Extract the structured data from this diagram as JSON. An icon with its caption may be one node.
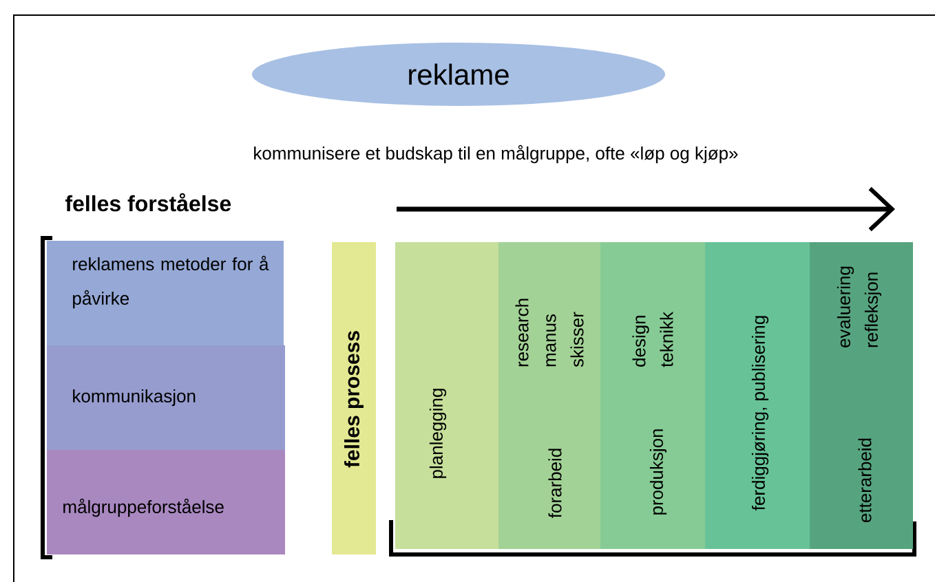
{
  "diagram": {
    "nodes": [
      {
        "text": [
          "reklame"
        ]
      },
      {
        "text": [
          "reklamens metoder for å påvirke"
        ]
      },
      {
        "text": [
          "kommunikasjon"
        ]
      },
      {
        "text": [
          "målgruppeforståelse"
        ]
      },
      {
        "text": [
          "felles prosess"
        ]
      },
      {
        "text": [
          "planlegging"
        ]
      },
      {
        "text": [
          "research manus skisser",
          "forarbeid"
        ]
      },
      {
        "text": [
          "design teknikk",
          "produksjon"
        ]
      },
      {
        "text": [
          "ferdiggjøring, publisering"
        ]
      },
      {
        "text": [
          "evaluering refleksjon",
          "etterarbeid"
        ]
      }
    ],
    "labels": [
      "kommunisere et budskap til en målgruppe, ofte «løp og kjøp»",
      "felles forståelse"
    ]
  }
}
